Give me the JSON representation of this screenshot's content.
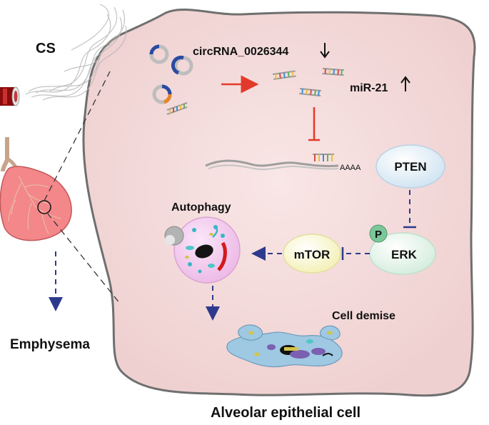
{
  "labels": {
    "cs": "CS",
    "circrna": "circRNA_0026344",
    "mir21": "miR-21",
    "polya": "AAAA",
    "pten": "PTEN",
    "erk": "ERK",
    "phospho": "P",
    "mtor": "mTOR",
    "autophagy": "Autophagy",
    "cell_demise": "Cell demise",
    "emphysema": "Emphysema",
    "alveolar_cell": "Alveolar epithelial cell"
  },
  "colors": {
    "cell_fill": "#f5dede",
    "cell_stroke": "#6f6f6f",
    "pten_fill": "#dcebf5",
    "erk_fill": "#e3f2e8",
    "mtor_fill": "#f7f5c9",
    "phospho_fill": "#7bc79a",
    "autophagy_fill": "#f2c7ee",
    "dashed_arrow": "#2d3a8c",
    "inhibit_red": "#e23a2a",
    "lung_fill": "#f4878a",
    "circ_ring": "#2a4aa0"
  },
  "icons": {
    "cigarette": "cigarette-icon",
    "smoke": "smoke-icon",
    "lung": "lung-icon",
    "circrna": "circrna-ring-icon",
    "mirna": "mirna-duplex-icon",
    "mrna": "mrna-strand-icon",
    "autophagosome": "autophagy-cell-icon",
    "dead_cell": "cell-debris-icon"
  }
}
